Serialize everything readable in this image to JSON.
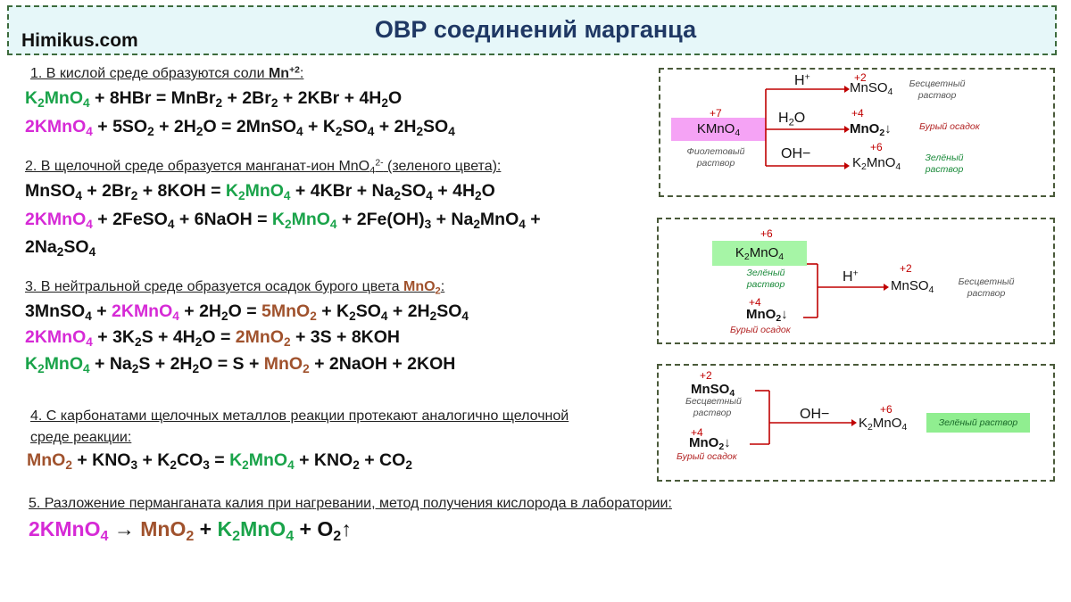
{
  "header": {
    "site": "Himikus.com",
    "title": "ОВР соединений марганца"
  },
  "section1": {
    "heading": "1. В кислой среде образуются соли Mn+2:",
    "eq1": "K2MnO4 + 8HBr = MnBr2 + 2Br2 + 2KBr + 4H2O",
    "eq2": "2KMnO4 + 5SO2 + 2H2O = 2MnSO4 + K2SO4 + 2H2SO4"
  },
  "section2": {
    "heading": "2. В щелочной среде образуется манганат-ион MnO42- (зеленого цвета):",
    "eq1": "MnSO4 + 2Br2 + 8KOH = K2MnO4 + 4KBr + Na2SO4 + 4H2O",
    "eq2": "2KMnO4 + 2FeSO4 + 6NaOH = K2MnO4 + 2Fe(OH)3 + Na2MnO4 +",
    "eq2_cont": "2Na2SO4"
  },
  "section3": {
    "heading": "3. В нейтральной среде образуется осадок бурого цвета MnO2:",
    "eq1": "3MnSO4 + 2KMnO4 + 2H2O = 5MnO2 + K2SO4 + 2H2SO4",
    "eq2": "2KMnO4 + 3K2S + 4H2O = 2MnO2 + 3S + 8KOH",
    "eq3": "K2MnO4 + Na2S + 2H2O = S + MnO2 + 2NaOH + 2KOH"
  },
  "section4": {
    "heading_line1": "4. С карбонатами щелочных металлов реакции протекают аналогично щелочной",
    "heading_line2": "среде реакции:",
    "eq1": "MnO2 + KNO3 + K2CO3 = K2MnO4 + KNO2 + CO2"
  },
  "section5": {
    "heading": "5. Разложение перманганата калия при нагревании, метод получения кислорода в лаборатории:",
    "eq1": "2KMnO4 → MnO2 + K2MnO4 + O2↑"
  },
  "diagram1": {
    "ox_center": "+7",
    "center": "KMnO4",
    "center_note": "Фиолетовый раствор",
    "env_acid": "H+",
    "env_neutral": "H2O",
    "env_base": "OH−",
    "ox_acid": "+2",
    "prod_acid": "MnSO4",
    "note_acid": "Бесцветный раствор",
    "ox_neutral": "+4",
    "prod_neutral": "MnO2↓",
    "note_neutral": "Бурый осадок",
    "ox_base": "+6",
    "prod_base": "K2MnO4",
    "note_base": "Зелёный раствор"
  },
  "diagram2": {
    "ox_top": "+6",
    "top": "K2MnO4",
    "top_note": "Зелёный раствор",
    "ox_bottom": "+4",
    "bottom": "MnO2↓",
    "bottom_note": "Бурый осадок",
    "env": "H+",
    "ox_prod": "+2",
    "prod": "MnSO4",
    "prod_note": "Бесцветный раствор"
  },
  "diagram3": {
    "ox_top": "+2",
    "top": "MnSO4",
    "top_note": "Бесцветный раствор",
    "ox_bottom": "+4",
    "bottom": "MnO2↓",
    "bottom_note": "Бурый осадок",
    "env": "OH−",
    "ox_prod": "+6",
    "prod": "K2MnO4",
    "prod_note": "Зелёный раствор"
  },
  "colors": {
    "green": "#1aa34a",
    "pink": "#d62ad6",
    "brown": "#a0522d",
    "arrow_red": "#c00000",
    "title_blue": "#1f3864"
  }
}
